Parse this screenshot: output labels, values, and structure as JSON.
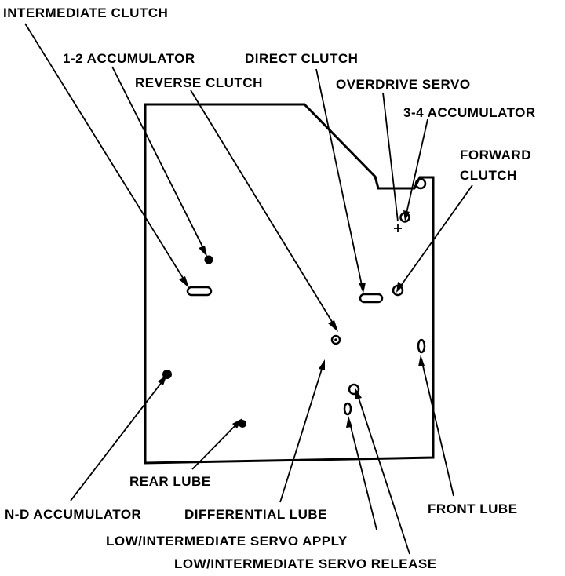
{
  "labels": {
    "intermediate_clutch": "INTERMEDIATE CLUTCH",
    "accumulator_1_2": "1-2 ACCUMULATOR",
    "direct_clutch": "DIRECT CLUTCH",
    "reverse_clutch": "REVERSE CLUTCH",
    "overdrive_servo": "OVERDRIVE SERVO",
    "accumulator_3_4": "3-4 ACCUMULATOR",
    "forward_clutch_line1": "FORWARD",
    "forward_clutch_line2": "CLUTCH",
    "rear_lube": "REAR LUBE",
    "nd_accumulator": "N-D ACCUMULATOR",
    "differential_lube": "DIFFERENTIAL LUBE",
    "front_lube": "FRONT LUBE",
    "low_int_servo_apply": "LOW/INTERMEDIATE SERVO APPLY",
    "low_int_servo_release": "LOW/INTERMEDIATE SERVO RELEASE"
  }
}
